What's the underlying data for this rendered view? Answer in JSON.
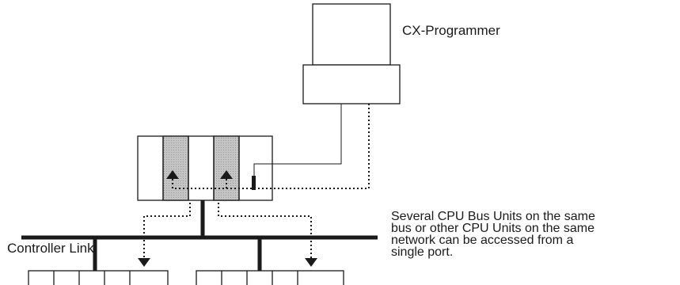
{
  "labels": {
    "software": "CX-Programmer",
    "network": "Controller Link"
  },
  "note_lines": [
    "Several CPU Bus Units on the same",
    "bus or other CPU Units on the same",
    "network can be accessed from a",
    "single port."
  ],
  "colors": {
    "line": "#1a1a1a",
    "shaded_unit": "#b8b8b8",
    "background": "#ffffff"
  }
}
